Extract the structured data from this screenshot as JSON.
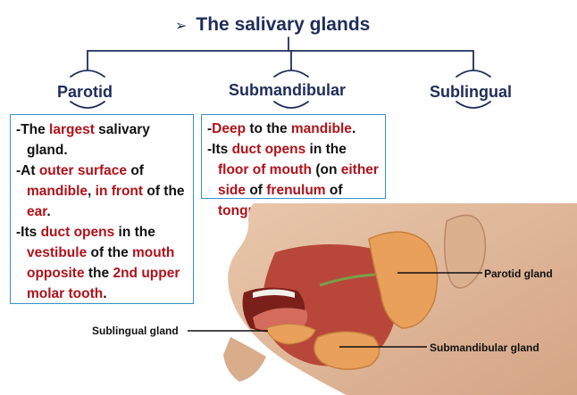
{
  "title": {
    "arrow": "➢",
    "text": "The salivary glands"
  },
  "branches": {
    "parotid": "Parotid",
    "submandibular": "Submandibular",
    "sublingual": "Sublingual"
  },
  "parotid_box": [
    [
      {
        "t": "-The ",
        "r": false
      },
      {
        "t": "largest",
        "r": true
      },
      {
        "t": " salivary gland.",
        "r": false
      }
    ],
    [
      {
        "t": "-At ",
        "r": false
      },
      {
        "t": "outer surface",
        "r": true
      },
      {
        "t": " of ",
        "r": false
      },
      {
        "t": "mandible",
        "r": true
      },
      {
        "t": ", ",
        "r": false
      },
      {
        "t": "in front",
        "r": true
      },
      {
        "t": " of the ",
        "r": false
      },
      {
        "t": "ear",
        "r": true
      },
      {
        "t": ".",
        "r": false
      }
    ],
    [
      {
        "t": "-Its ",
        "r": false
      },
      {
        "t": "duct opens",
        "r": true
      },
      {
        "t": " in the ",
        "r": false
      },
      {
        "t": "vestibule",
        "r": true
      },
      {
        "t": " of the ",
        "r": false
      },
      {
        "t": "mouth",
        "r": true
      },
      {
        "t": " ",
        "r": false
      },
      {
        "t": "opposite",
        "r": true
      },
      {
        "t": " the ",
        "r": false
      },
      {
        "t": "2nd upper molar tooth",
        "r": true
      },
      {
        "t": ".",
        "r": false
      }
    ]
  ],
  "submandibular_box": [
    [
      {
        "t": "-",
        "r": false
      },
      {
        "t": "Deep",
        "r": true
      },
      {
        "t": " to the ",
        "r": false
      },
      {
        "t": "mandible",
        "r": true
      },
      {
        "t": ".",
        "r": false
      }
    ],
    [
      {
        "t": "-Its ",
        "r": false
      },
      {
        "t": "duct opens",
        "r": true
      },
      {
        "t": " in the ",
        "r": false
      },
      {
        "t": "floor of mouth",
        "r": true
      },
      {
        "t": " (on ",
        "r": false
      },
      {
        "t": "either side",
        "r": true
      },
      {
        "t": " of ",
        "r": false
      },
      {
        "t": "frenulum",
        "r": true
      },
      {
        "t": " of ",
        "r": false
      },
      {
        "t": "tongue",
        "r": true
      },
      {
        "t": ")",
        "r": false
      }
    ]
  ],
  "callouts": {
    "parotid_gland": "Parotid gland",
    "sublingual_gland": "Sublingual gland",
    "submandibular_gland": "Submandibular gland"
  },
  "colors": {
    "heading": "#1f2d5a",
    "highlight": "#b0121b",
    "box_border": "#3b8fc7"
  }
}
